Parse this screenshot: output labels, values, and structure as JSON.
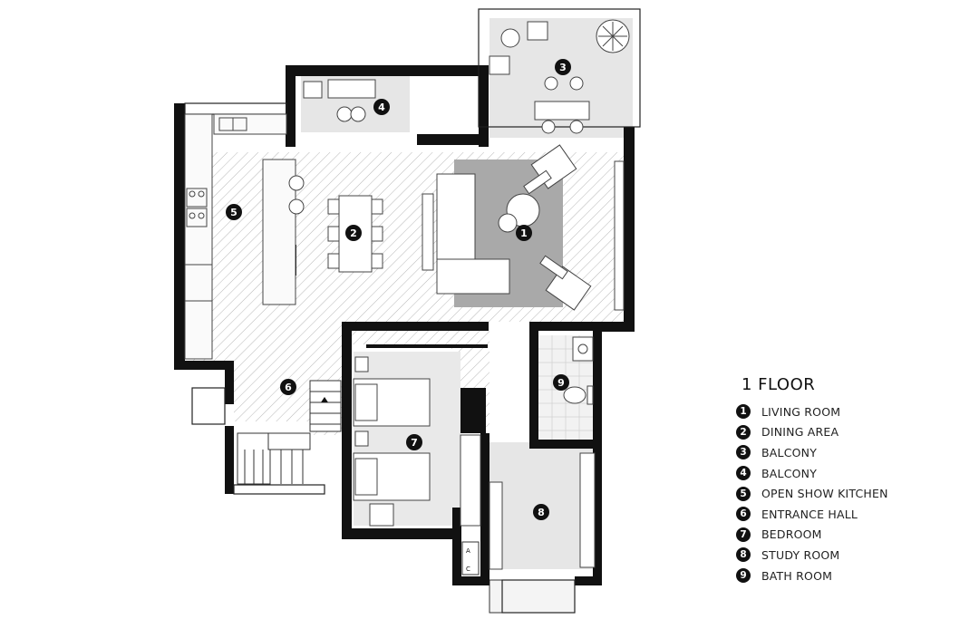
{
  "legend": {
    "title": "1 FLOOR",
    "items": [
      {
        "number": "1",
        "label": "LIVING ROOM"
      },
      {
        "number": "2",
        "label": "DINING AREA"
      },
      {
        "number": "3",
        "label": "BALCONY"
      },
      {
        "number": "4",
        "label": "BALCONY"
      },
      {
        "number": "5",
        "label": "OPEN SHOW KITCHEN"
      },
      {
        "number": "6",
        "label": "ENTRANCE HALL"
      },
      {
        "number": "7",
        "label": "BEDROOM"
      },
      {
        "number": "8",
        "label": "STUDY ROOM"
      },
      {
        "number": "9",
        "label": "BATH ROOM"
      }
    ]
  },
  "plan_markers": [
    "1",
    "2",
    "3",
    "4",
    "5",
    "6",
    "7",
    "8",
    "9"
  ],
  "fixture_letters": {
    "top": "A",
    "bottom": "C"
  },
  "colors": {
    "wall": "#111111",
    "floor_light": "#ececec",
    "rug": "#a9a9a9",
    "hatch": "#b0b0b0"
  }
}
